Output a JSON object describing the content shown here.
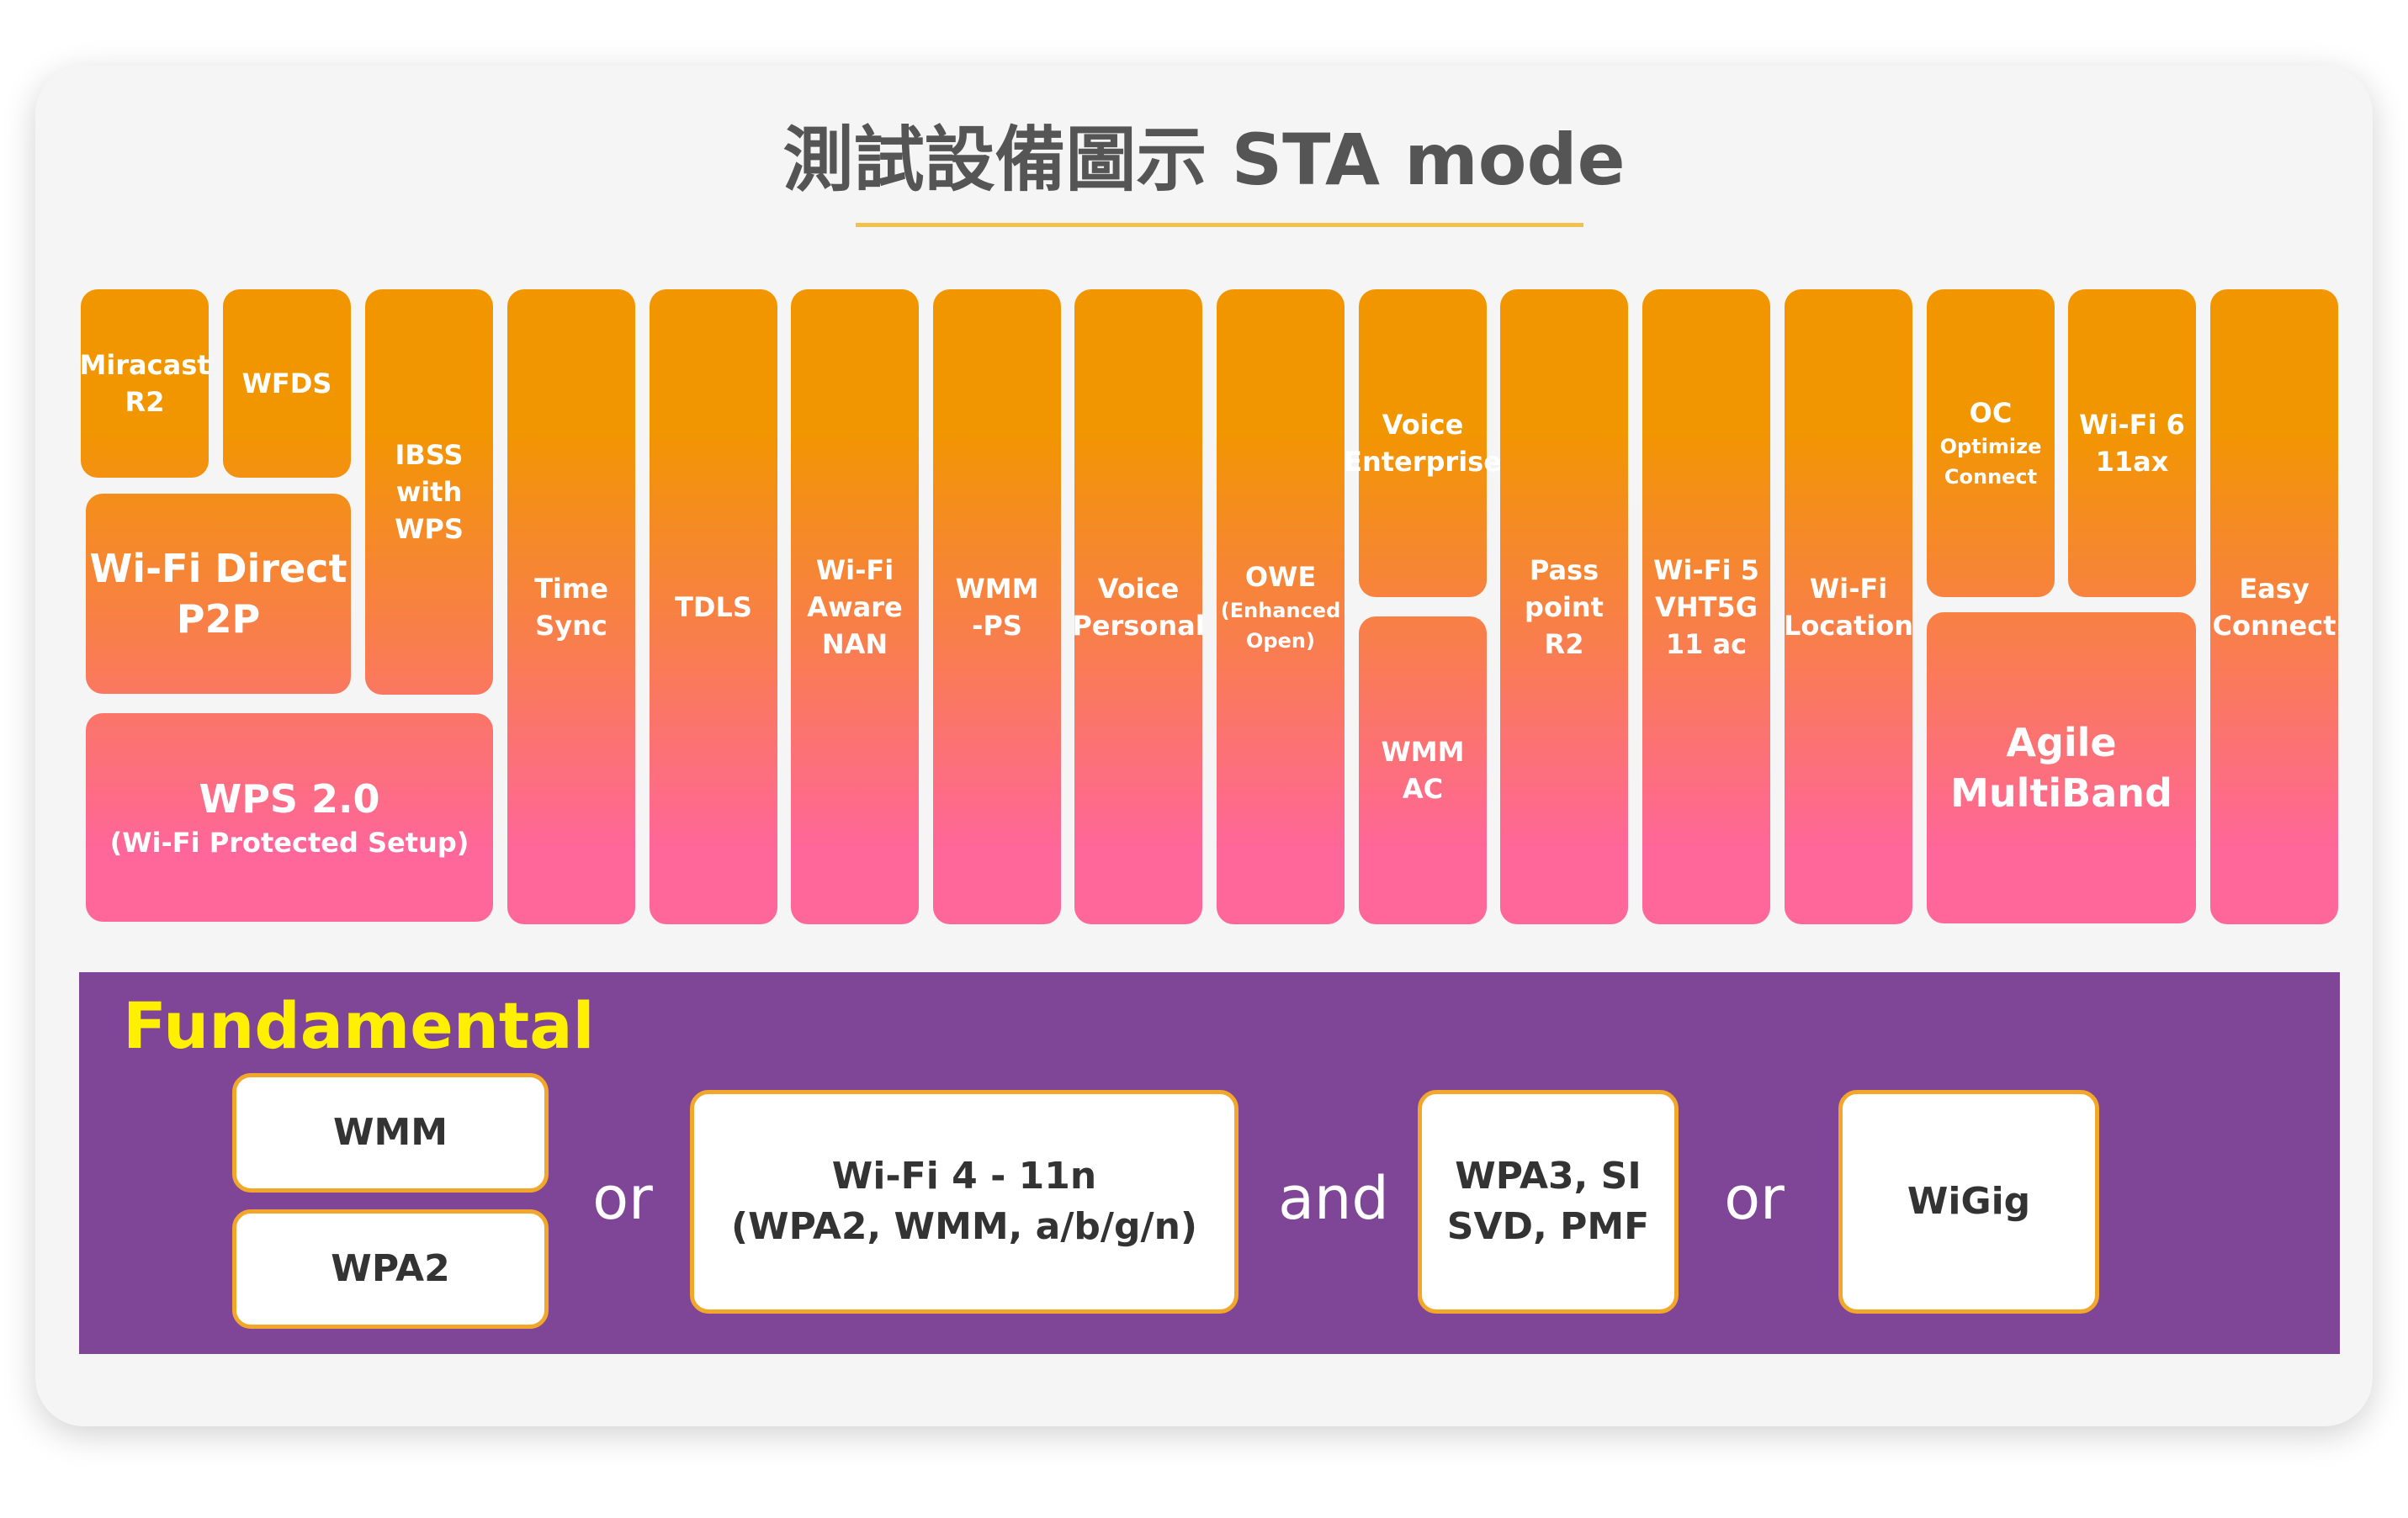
{
  "title": "測試設備圖示 STA mode",
  "blocks": [
    {
      "id": "miracast",
      "lines": [
        "Miracast",
        "R2"
      ]
    },
    {
      "id": "wfds",
      "lines": [
        "WFDS"
      ]
    },
    {
      "id": "ibss",
      "lines": [
        "IBSS",
        "with",
        "WPS"
      ]
    },
    {
      "id": "wifidirect",
      "lines": [
        "Wi-Fi Direct",
        "P2P"
      ]
    },
    {
      "id": "wps",
      "lines": [
        "WPS 2.0"
      ],
      "sub": [
        "(Wi-Fi Protected Setup)"
      ]
    },
    {
      "id": "timesync",
      "lines": [
        "Time",
        "Sync"
      ]
    },
    {
      "id": "tdls",
      "lines": [
        "TDLS"
      ]
    },
    {
      "id": "nan",
      "lines": [
        "Wi-Fi",
        "Aware",
        "NAN"
      ]
    },
    {
      "id": "wmmps",
      "lines": [
        "WMM",
        "-PS"
      ]
    },
    {
      "id": "voicepersonal",
      "lines": [
        "Voice",
        "Personal"
      ]
    },
    {
      "id": "owe",
      "lines": [
        "OWE"
      ],
      "sub": [
        "(Enhanced",
        "Open)"
      ]
    },
    {
      "id": "voiceenterprise",
      "lines": [
        "Voice",
        "Enterprise"
      ]
    },
    {
      "id": "wmmac",
      "lines": [
        "WMM",
        "AC"
      ]
    },
    {
      "id": "passpoint",
      "lines": [
        "Pass",
        "point R2"
      ]
    },
    {
      "id": "wifi5",
      "lines": [
        "Wi-Fi 5",
        "VHT5G",
        "11 ac"
      ]
    },
    {
      "id": "location",
      "lines": [
        "Wi-Fi",
        "Location"
      ]
    },
    {
      "id": "oc",
      "lines": [
        "OC"
      ],
      "sub": [
        "Optimize",
        "Connect"
      ]
    },
    {
      "id": "wifi6",
      "lines": [
        "Wi-Fi 6",
        "11ax"
      ]
    },
    {
      "id": "mbo",
      "lines": [
        "Agile",
        "MultiBand"
      ]
    },
    {
      "id": "easyconnect",
      "lines": [
        "Easy",
        "Connect"
      ]
    }
  ],
  "fundamental": {
    "label": "Fundamental",
    "boxes": [
      {
        "id": "wmm",
        "lines": [
          "WMM"
        ]
      },
      {
        "id": "wpa2",
        "lines": [
          "WPA2"
        ]
      },
      {
        "id": "wifi4",
        "lines": [
          "Wi-Fi 4 - 11n",
          "(WPA2, WMM, a/b/g/n)"
        ]
      },
      {
        "id": "wpa3",
        "lines": [
          "WPA3, SI",
          "SVD, PMF"
        ]
      },
      {
        "id": "wigig",
        "lines": [
          "WiGig"
        ]
      }
    ],
    "connectors": [
      "or",
      "and",
      "or"
    ]
  },
  "colors": {
    "gradient_top": "#f29600",
    "gradient_bottom": "#ff6699",
    "fundamental_bg": "#7f4596",
    "fundamental_label": "#fff000",
    "box_border": "#f3a72a",
    "title": "#555555",
    "title_underline": "#f2c04c",
    "card_bg": "#f5f5f5"
  }
}
